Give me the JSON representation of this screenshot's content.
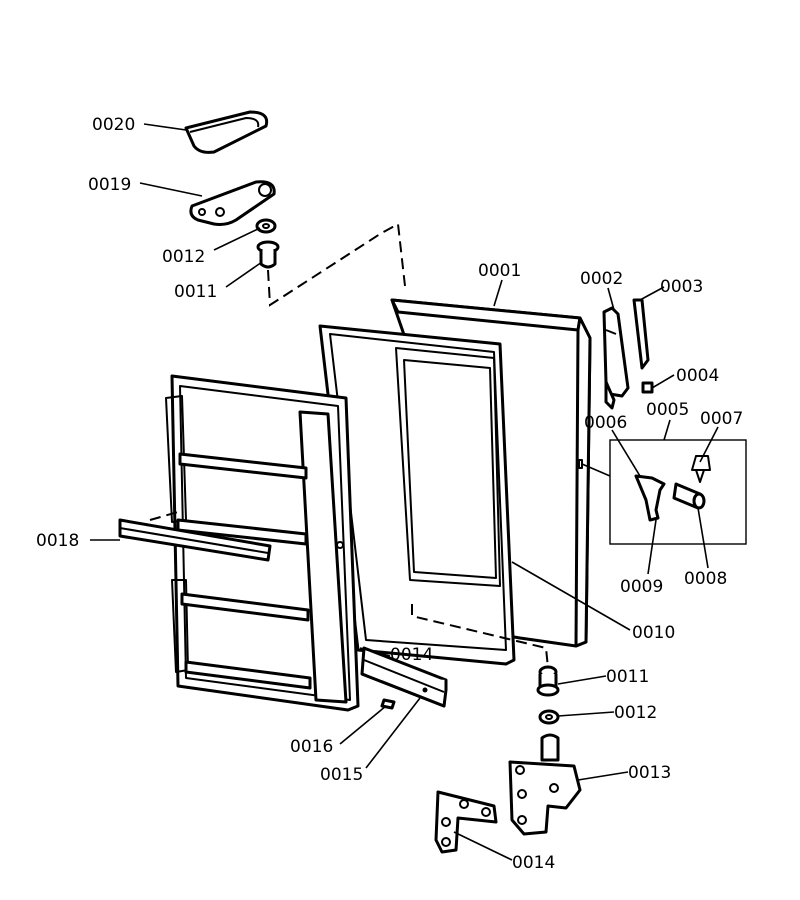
{
  "callouts": [
    {
      "id": "0020",
      "text": "0020"
    },
    {
      "id": "0019",
      "text": "0019"
    },
    {
      "id": "0012-top",
      "text": "0012"
    },
    {
      "id": "0011-top",
      "text": "0011"
    },
    {
      "id": "0001",
      "text": "0001"
    },
    {
      "id": "0002",
      "text": "0002"
    },
    {
      "id": "0003",
      "text": "0003"
    },
    {
      "id": "0004",
      "text": "0004"
    },
    {
      "id": "0005",
      "text": "0005"
    },
    {
      "id": "0006",
      "text": "0006"
    },
    {
      "id": "0007",
      "text": "0007"
    },
    {
      "id": "0018",
      "text": "0018"
    },
    {
      "id": "0009",
      "text": "0009"
    },
    {
      "id": "0008",
      "text": "0008"
    },
    {
      "id": "0010",
      "text": "0010"
    },
    {
      "id": "0014-mid",
      "text": "0014"
    },
    {
      "id": "0011-bottom",
      "text": "0011"
    },
    {
      "id": "0012-bottom",
      "text": "0012"
    },
    {
      "id": "0016",
      "text": "0016"
    },
    {
      "id": "0015",
      "text": "0015"
    },
    {
      "id": "0013",
      "text": "0013"
    },
    {
      "id": "0014-bottom",
      "text": "0014"
    }
  ]
}
